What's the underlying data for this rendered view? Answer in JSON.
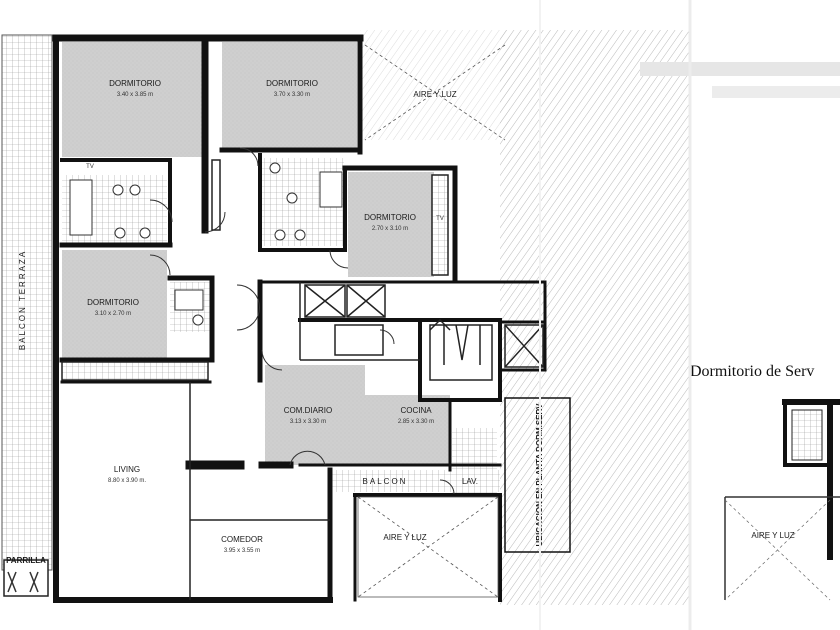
{
  "rooms": {
    "dorm1": {
      "name": "DORMITORIO",
      "dims": "3.40 x 3.85 m"
    },
    "dorm2": {
      "name": "DORMITORIO",
      "dims": "3.70 x 3.30 m"
    },
    "dorm3": {
      "name": "DORMITORIO",
      "dims": "2.70 x 3.10 m"
    },
    "dorm4": {
      "name": "DORMITORIO",
      "dims": "3.10 x 2.70 m"
    },
    "com_diario": {
      "name": "COM.DIARIO",
      "dims": "3.13 x 3.30 m"
    },
    "cocina": {
      "name": "COCINA",
      "dims": "2.85 x 3.30 m"
    },
    "living": {
      "name": "LIVING",
      "dims": "8.80 x 3.90 m."
    },
    "comedor": {
      "name": "COMEDOR",
      "dims": "3.95 x 3.55 m"
    }
  },
  "labels": {
    "aire_luz_top": "AIRE Y LUZ",
    "aire_luz_bottom": "AIRE Y LUZ",
    "aire_luz_right": "AIRE Y LUZ",
    "balcon_terraza": "BALCON TERRAZA",
    "balcon": "BALCON",
    "parrilla": "PARRILLA",
    "lav": "LAV.",
    "ubicacion": "UBICACION EN PLANTA DORM.SERV",
    "dormitorio_servicio": "Dormitorio de Serv",
    "placard": "TV"
  }
}
